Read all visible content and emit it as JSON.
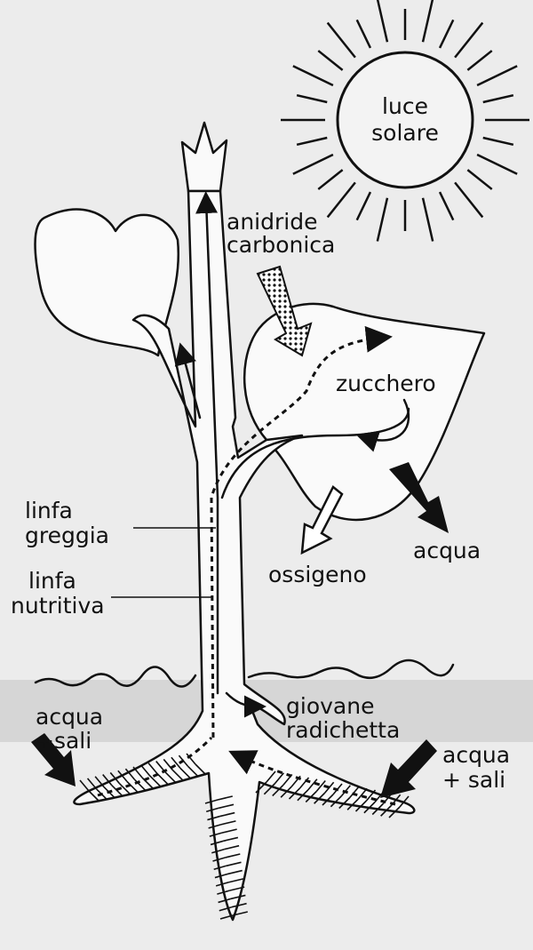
{
  "diagram": {
    "sun": {
      "line1": "luce",
      "line2": "solare"
    },
    "co2": {
      "line1": "anidride",
      "line2": "carbonica"
    },
    "sugar": "zucchero",
    "water_out": "acqua",
    "oxygen": "ossigeno",
    "raw_sap": {
      "line1": "linfa",
      "line2": "greggia"
    },
    "nutrient_sap": {
      "line1": "linfa",
      "line2": "nutritiva"
    },
    "young_root": {
      "line1": "giovane",
      "line2": "radichetta"
    },
    "water_salts_left": {
      "line1": "acqua",
      "line2": "+sali"
    },
    "water_salts_right": {
      "line1": "acqua",
      "line2": "+ sali"
    }
  },
  "colors": {
    "background": "#ececec",
    "ink": "#111111",
    "soil": "#d4d4d4"
  }
}
